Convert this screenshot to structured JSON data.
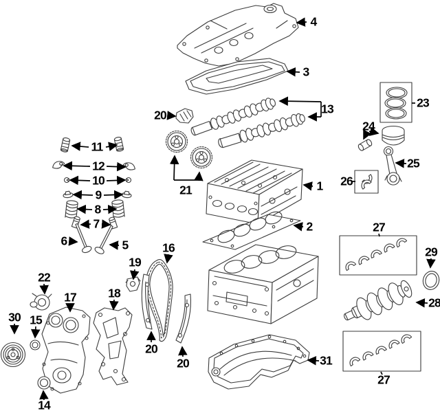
{
  "figure": {
    "kind": "exploded-engine-parts-diagram",
    "colors": {
      "background": "#ffffff",
      "line": "#3a3a3a",
      "label": "#000000"
    }
  },
  "callouts": {
    "cylinder_head": "1",
    "head_gasket": "2",
    "valve_cover_gasket": "3",
    "valve_cover": "4",
    "exhaust_valve": "5",
    "intake_valve": "6",
    "stem_seals": "7",
    "valve_springs": "8",
    "spring_retainers": "9",
    "valve_keepers": "10",
    "lash_adjusters": "11",
    "rocker_arms": "12",
    "camshafts": "13",
    "front_crank_seal": "14",
    "front_seal": "15",
    "timing_chain": "16",
    "front_cover": "17",
    "chain_case_plate": "18",
    "chain_tensioner": "19",
    "upper_chain_bracket": "20",
    "left_chain_guide": "20",
    "right_chain_guide": "20",
    "cam_sprockets": "21",
    "water_pump": "22",
    "piston_rings": "23",
    "piston_and_pin": "24",
    "connecting_rod": "25",
    "rod_bearings": "26",
    "main_bearings_upper": "27",
    "main_bearings_lower": "27",
    "crankshaft": "28",
    "rear_main_seal": "29",
    "crank_pulley": "30",
    "oil_pan": "31"
  }
}
